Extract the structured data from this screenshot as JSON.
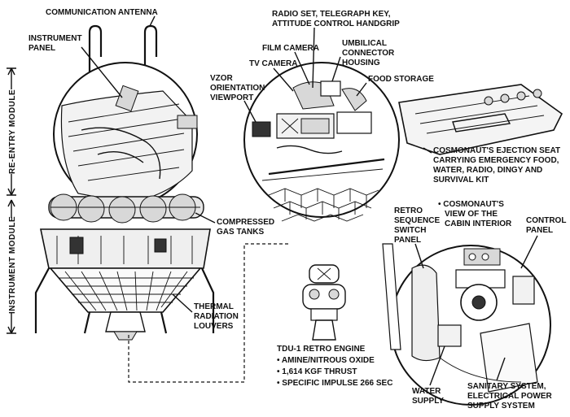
{
  "labels": {
    "communication_antenna": "COMMUNICATION ANTENNA",
    "instrument_panel_1": "INSTRUMENT",
    "instrument_panel_2": "PANEL",
    "re_entry_module": "RE-ENTRY MODULE",
    "instrument_module": "INSTRUMENT MODULE",
    "radio_set_1": "RADIO SET, TELEGRAPH KEY,",
    "radio_set_2": "ATTITUDE CONTROL HANDGRIP",
    "film_camera": "FILM CAMERA",
    "tv_camera": "TV CAMERA",
    "umbilical_1": "UMBILICAL",
    "umbilical_2": "CONNECTOR",
    "umbilical_3": "HOUSING",
    "food_storage": "FOOD STORAGE",
    "vzor_1": "VZOR",
    "vzor_2": "ORIENTATION",
    "vzor_3": "VIEWPORT",
    "ejection_seat_1": "COSMONAUT'S EJECTION SEAT",
    "ejection_seat_2": "CARRYING EMERGENCY FOOD,",
    "ejection_seat_3": "WATER, RADIO, DINGY AND",
    "ejection_seat_4": "SURVIVAL KIT",
    "gas_tanks_1": "COMPRESSED",
    "gas_tanks_2": "GAS TANKS",
    "retro_panel_1": "RETRO",
    "retro_panel_2": "SEQUENCE",
    "retro_panel_3": "SWITCH",
    "retro_panel_4": "PANEL",
    "cabin_view_1": "• COSMONAUT'S",
    "cabin_view_2": "VIEW OF THE",
    "cabin_view_3": "CABIN INTERIOR",
    "control_panel_1": "CONTROL",
    "control_panel_2": "PANEL",
    "louvers_1": "THERMAL",
    "louvers_2": "RADIATION",
    "louvers_3": "LOUVERS",
    "engine_title": "TDU-1 RETRO ENGINE",
    "engine_spec_1": "• AMINE/NITROUS OXIDE",
    "engine_spec_2": "• 1,614 KGF THRUST",
    "engine_spec_3": "• SPECIFIC IMPULSE 266 SEC",
    "water_1": "WATER",
    "water_2": "SUPPLY",
    "sanitary_1": "SANITARY SYSTEM,",
    "sanitary_2": "ELECTRICAL POWER",
    "sanitary_3": "SUPPLY SYSTEM"
  }
}
